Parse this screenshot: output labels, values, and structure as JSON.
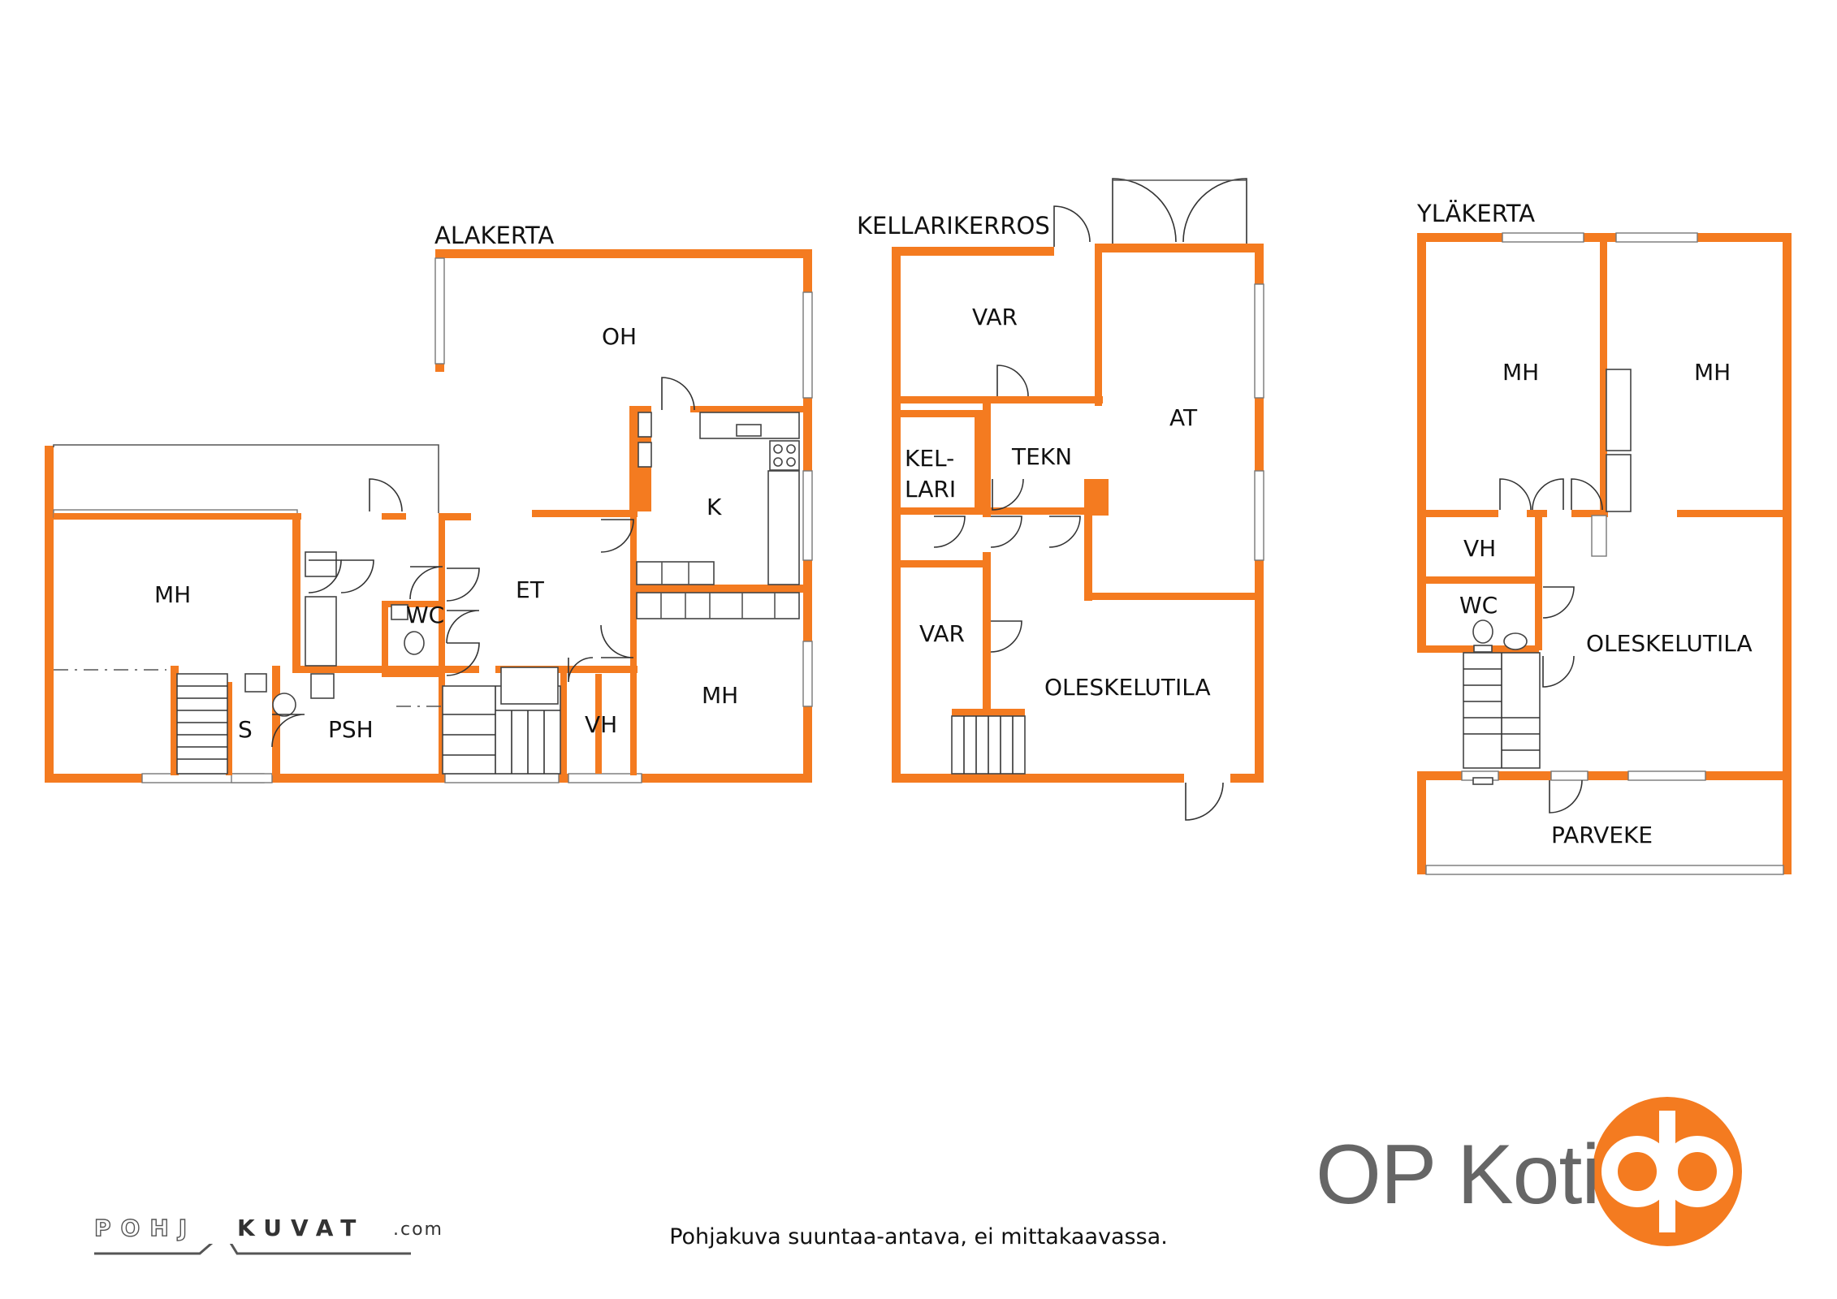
{
  "floors": [
    {
      "title": "ALAKERTA",
      "rooms": [
        "OH",
        "MH",
        "ET",
        "K",
        "WC",
        "S",
        "PSH",
        "VH",
        "MH"
      ]
    },
    {
      "title": "KELLARIKERROS",
      "rooms": [
        "VAR",
        "KEL-",
        "LARI",
        "TEKN",
        "AT",
        "VAR",
        "OLESKELUTILA"
      ]
    },
    {
      "title": "YLÄKERTA",
      "rooms": [
        "MH",
        "MH",
        "VH",
        "WC",
        "OLESKELUTILA",
        "PARVEKE"
      ]
    }
  ],
  "caption": "Pohjakuva suuntaa-antava, ei mittakaavassa.",
  "brand": {
    "name": "OP Koti",
    "logo_color": "#F47B20",
    "logo_icon": "op-logo-icon"
  },
  "credit": {
    "part1": "POHJ",
    "part2": "KUVAT",
    "part3": ".com"
  },
  "colors": {
    "wall": "#F47B20",
    "text": "#111111",
    "background": "#FFFFFF"
  }
}
